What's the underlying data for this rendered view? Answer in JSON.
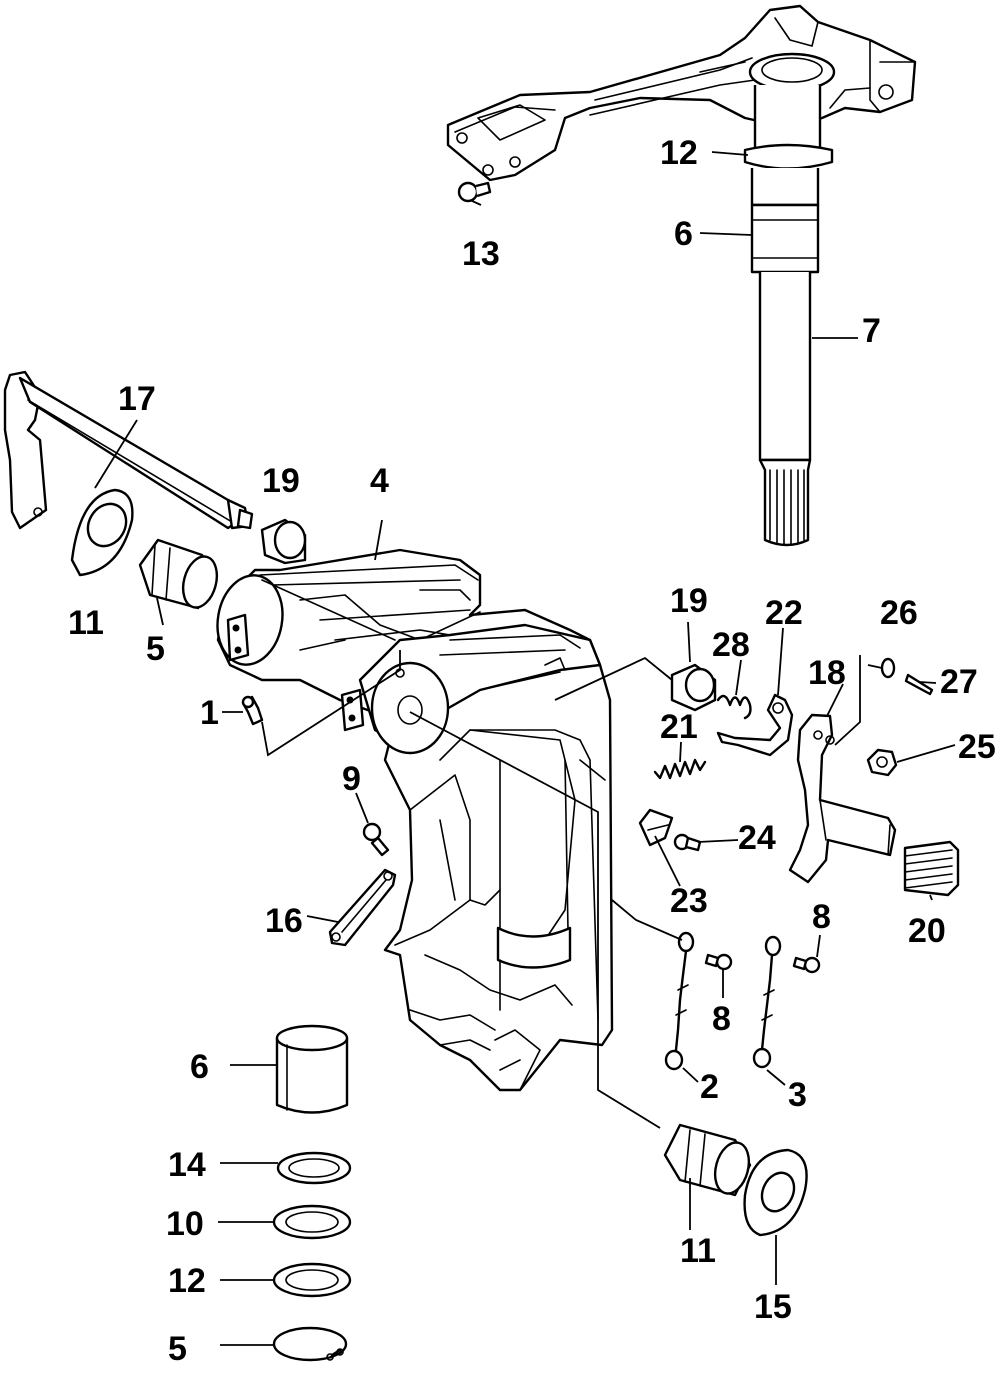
{
  "callouts": [
    {
      "id": "c13",
      "text": "13"
    },
    {
      "id": "c12a",
      "text": "12"
    },
    {
      "id": "c6a",
      "text": "6"
    },
    {
      "id": "c7",
      "text": "7"
    },
    {
      "id": "c17",
      "text": "17"
    },
    {
      "id": "c19a",
      "text": "19"
    },
    {
      "id": "c4",
      "text": "4"
    },
    {
      "id": "c11a",
      "text": "11"
    },
    {
      "id": "c5a",
      "text": "5"
    },
    {
      "id": "c1",
      "text": "1"
    },
    {
      "id": "c9",
      "text": "9"
    },
    {
      "id": "c16",
      "text": "16"
    },
    {
      "id": "c19b",
      "text": "19"
    },
    {
      "id": "c28",
      "text": "28"
    },
    {
      "id": "c22",
      "text": "22"
    },
    {
      "id": "c26",
      "text": "26"
    },
    {
      "id": "c18",
      "text": "18"
    },
    {
      "id": "c27",
      "text": "27"
    },
    {
      "id": "c21",
      "text": "21"
    },
    {
      "id": "c25",
      "text": "25"
    },
    {
      "id": "c24",
      "text": "24"
    },
    {
      "id": "c23",
      "text": "23"
    },
    {
      "id": "c8a",
      "text": "8"
    },
    {
      "id": "c8b",
      "text": "8"
    },
    {
      "id": "c20",
      "text": "20"
    },
    {
      "id": "c6b",
      "text": "6"
    },
    {
      "id": "c2",
      "text": "2"
    },
    {
      "id": "c3",
      "text": "3"
    },
    {
      "id": "c14",
      "text": "14"
    },
    {
      "id": "c10",
      "text": "10"
    },
    {
      "id": "c12b",
      "text": "12"
    },
    {
      "id": "c5b",
      "text": "5"
    },
    {
      "id": "c11b",
      "text": "11"
    },
    {
      "id": "c15",
      "text": "15"
    }
  ]
}
